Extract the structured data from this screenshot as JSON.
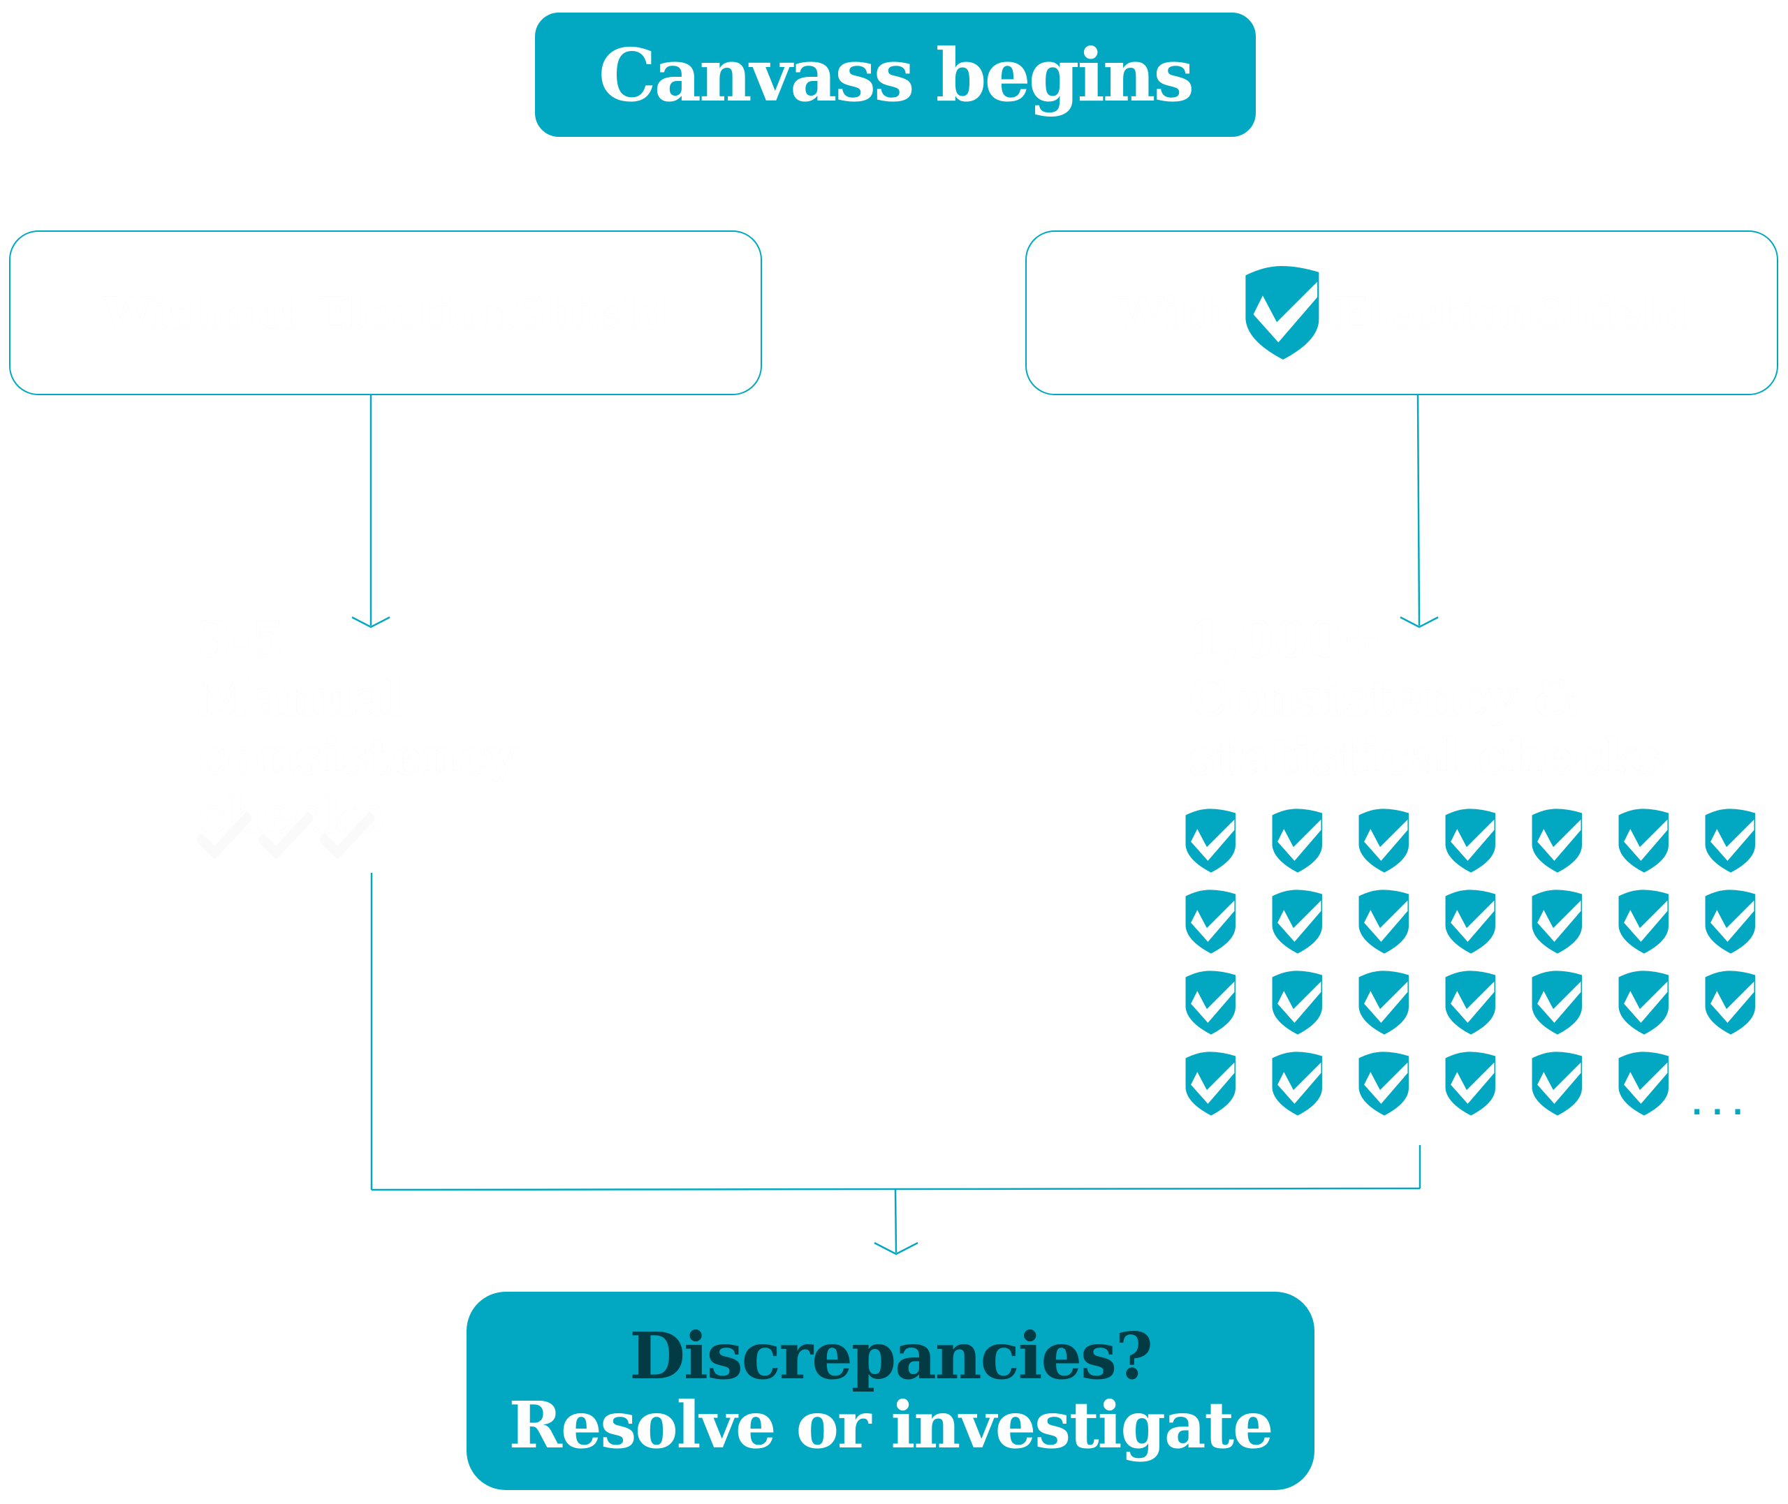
{
  "colors": {
    "accent": "#02a8c1",
    "dark_text": "#033b45",
    "background": "#ffffff"
  },
  "title": {
    "label": "Canvass begins"
  },
  "branches": {
    "left": {
      "header": "Without ElectionShield",
      "count": "3-5",
      "line1": "Manual",
      "line2": "consistency checks",
      "check_icons": [
        "check-icon",
        "check-icon",
        "check-icon"
      ]
    },
    "right": {
      "header_prefix": "With",
      "header_icon": "shield-check-icon",
      "header_suffix": "ElectionShield",
      "count": "1,000+",
      "line1": "Consistency &",
      "line2": "statistical checks",
      "shield_icon_count": 27,
      "overflow_indicator": "..."
    }
  },
  "outcome": {
    "line1": "Discrepancies?",
    "line2": "Resolve or investigate"
  }
}
